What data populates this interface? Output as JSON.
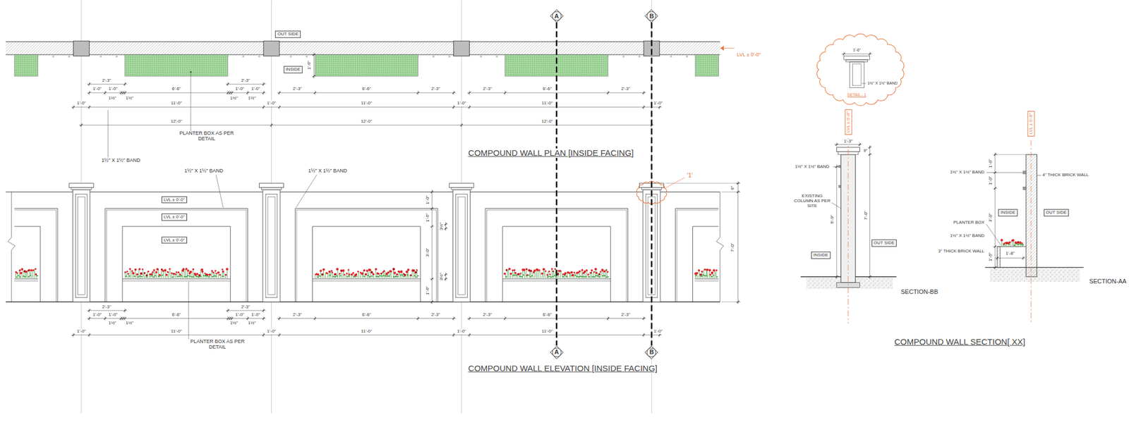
{
  "diagram": {
    "nodes": [
      {
        "text": [
          "OUT SIDE"
        ]
      },
      {
        "text": [
          "INSIDE"
        ]
      },
      {
        "text": [
          "A"
        ]
      },
      {
        "text": [
          "B"
        ]
      },
      {
        "text": [
          "LVL ± 0'-0\""
        ]
      },
      {
        "text": [
          "LVL ± 0'-0\""
        ]
      },
      {
        "text": [
          "LVL ± 0'-0\""
        ]
      },
      {
        "text": [
          "A"
        ]
      },
      {
        "text": [
          "B"
        ]
      },
      {
        "text": [
          "LVL ± 0'-0\""
        ]
      },
      {
        "text": [
          "INSIDE"
        ]
      },
      {
        "text": [
          "OUT SIDE"
        ]
      },
      {
        "text": [
          "LVL ± 0'-0\""
        ]
      },
      {
        "text": [
          "INSIDE"
        ]
      },
      {
        "text": [
          "OUT SIDE"
        ]
      }
    ],
    "edges": [
      {
        "from": 2,
        "to": 7,
        "arrow": "none"
      },
      {
        "from": 3,
        "to": 8,
        "arrow": "none"
      }
    ],
    "labels": [
      "2'-3\"",
      "2'-3\"",
      "1'-0\"",
      "1'-0\"",
      "6'-6\"",
      "1'-0\"",
      "1'-0\"",
      "1½\"",
      "1½\"",
      "1½\"",
      "1½\"",
      "2'-3\"",
      "6'-6\"",
      "2'-3\"",
      "2'-3\"",
      "6'-6\"",
      "2'-3\"",
      "1'-0\"",
      "11'-0\"",
      "1'-0\"",
      "11'-0\"",
      "1'-0\"",
      "11'-0\"",
      "1'-0\"",
      "12'-0\"",
      "12'-0\"",
      "12'-0\"",
      "PLANTER BOX AS PER DETAIL",
      "1½\" X 1½\" BAND",
      "1'-6\"",
      "LVL ± 0'-0\"",
      "COMPOUND WALL PLAN [INSIDE FACING]",
      "1½\" X 1½\" BAND",
      "1½\" X 1½\" BAND",
      "'1'",
      "6\"",
      "7'-0\"",
      "1'-0\"",
      "1'-6\"",
      "3½\"",
      "3'-0\"",
      "3½\"",
      "1'-6\"",
      "2'-3\"",
      "2'-3\"",
      "1'-0\"",
      "1'-0\"",
      "6'-6\"",
      "1'-0\"",
      "1'-0\"",
      "1½\"",
      "1½\"",
      "1½\"",
      "1½\"",
      "2'-3\"",
      "6'-6\"",
      "2'-3\"",
      "2'-3\"",
      "6'-6\"",
      "2'-3\"",
      "1'-0\"",
      "11'-0\"",
      "1'-0\"",
      "11'-0\"",
      "1'-0\"",
      "11'-0\"",
      "1'-0\"",
      "PLANTER BOX AS PER DETAIL",
      "COMPOUND WALL ELEVATION [INSIDE FACING]",
      "1'-6\"",
      "1½\" X 1½\" BAND",
      "DETAIL - 1",
      "1'-3\"",
      "9\"",
      "1½\" X 1½\" BAND",
      "EXISTING COLUMN AS PER SITE",
      "6'-9\"",
      "7'-0\"",
      "SECTION-BB",
      "1½\" X 1½\" BAND",
      "4\" THICK BRICK WALL",
      "1'-0\"",
      "1'-0\"",
      "3'-0\"",
      "1'-6\"",
      "PLANTER BOX",
      "1½\" X 1½\" BAND",
      "1'-8\"",
      "3\" THICK BRICK WALL",
      "SECTION-AA",
      "COMPOUND WALL SECTION[ XX]"
    ]
  }
}
